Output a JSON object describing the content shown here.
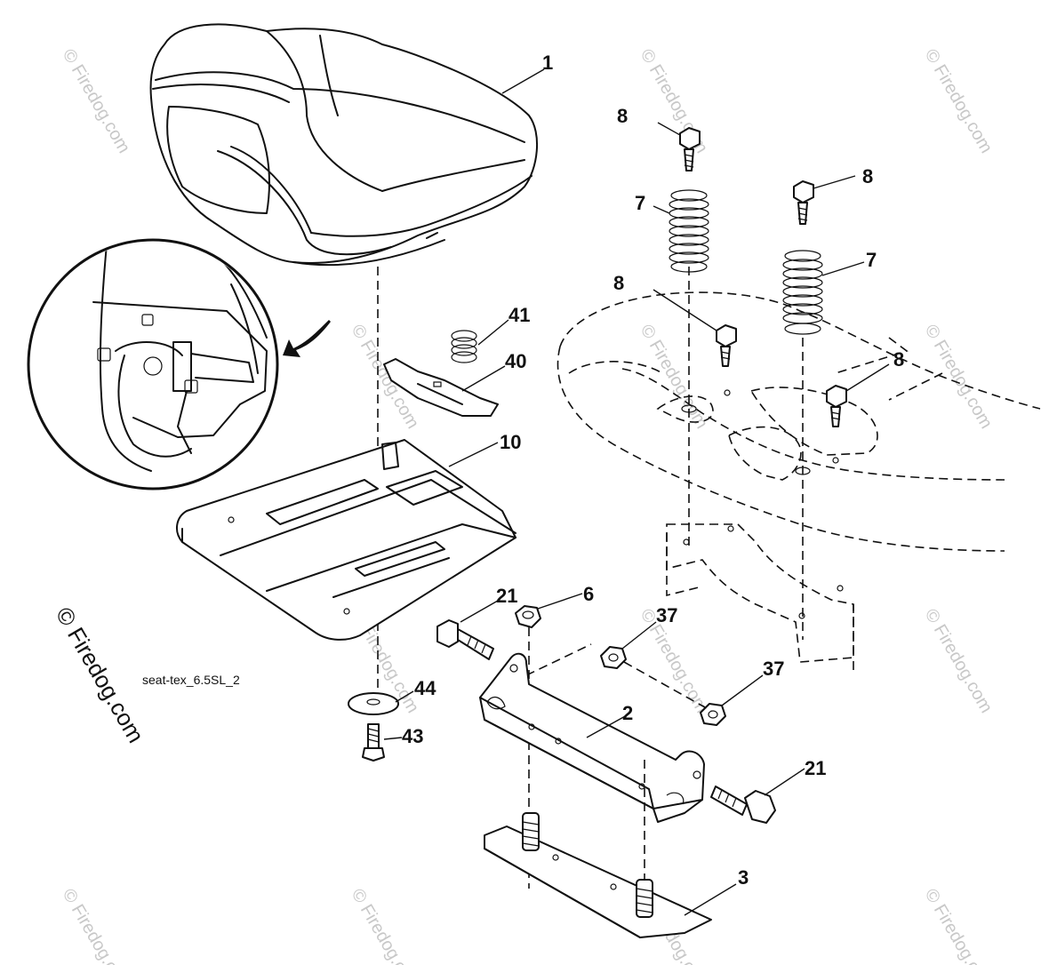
{
  "diagram": {
    "caption": "seat-tex_6.5SL_2",
    "copyright": "© Firedog.com",
    "watermark_text": "© Firedog.com"
  },
  "callouts": {
    "seat": "1",
    "seat_pan": "10",
    "bracket": "2",
    "plate": "3",
    "nut_6": "6",
    "spring_7a": "7",
    "spring_7b": "7",
    "bolt_8a": "8",
    "bolt_8b": "8",
    "bolt_8c": "8",
    "bolt_8d": "8",
    "bolt_21a": "21",
    "bolt_21b": "21",
    "nut_37a": "37",
    "nut_37b": "37",
    "spring_41": "41",
    "clip_40": "40",
    "washer_44": "44",
    "bolt_43": "43"
  }
}
